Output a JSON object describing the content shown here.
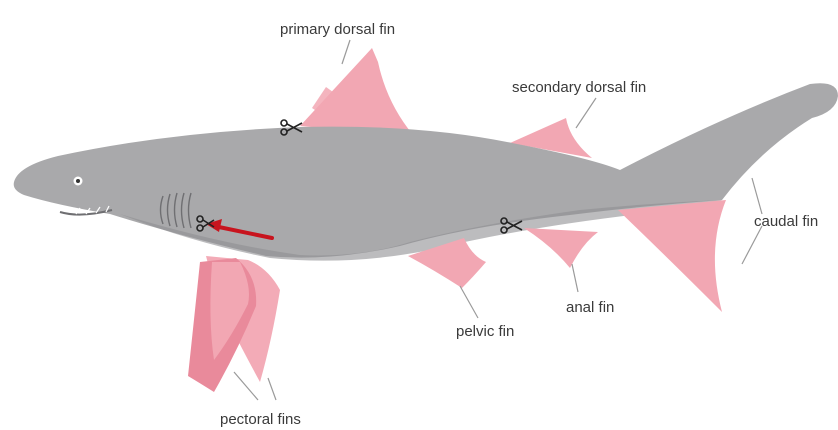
{
  "labels": {
    "primary_dorsal": "primary dorsal fin",
    "secondary_dorsal": "secondary dorsal fin",
    "caudal": "caudal fin",
    "anal": "anal fin",
    "pelvic": "pelvic fin",
    "pectoral": "pectoral fins"
  },
  "colors": {
    "body": "#a9a9ab",
    "body_shade": "#8f8f92",
    "fin": "#f2a7b3",
    "fin_shade": "#e98a9b",
    "fin_outline": "#ffffff",
    "arrow": "#c8141e",
    "leader": "#9a9a9a",
    "scissors": "#222222",
    "text": "#3a3a3a"
  },
  "icons": [
    "scissors-icon",
    "arrow-icon",
    "eye-icon"
  ]
}
